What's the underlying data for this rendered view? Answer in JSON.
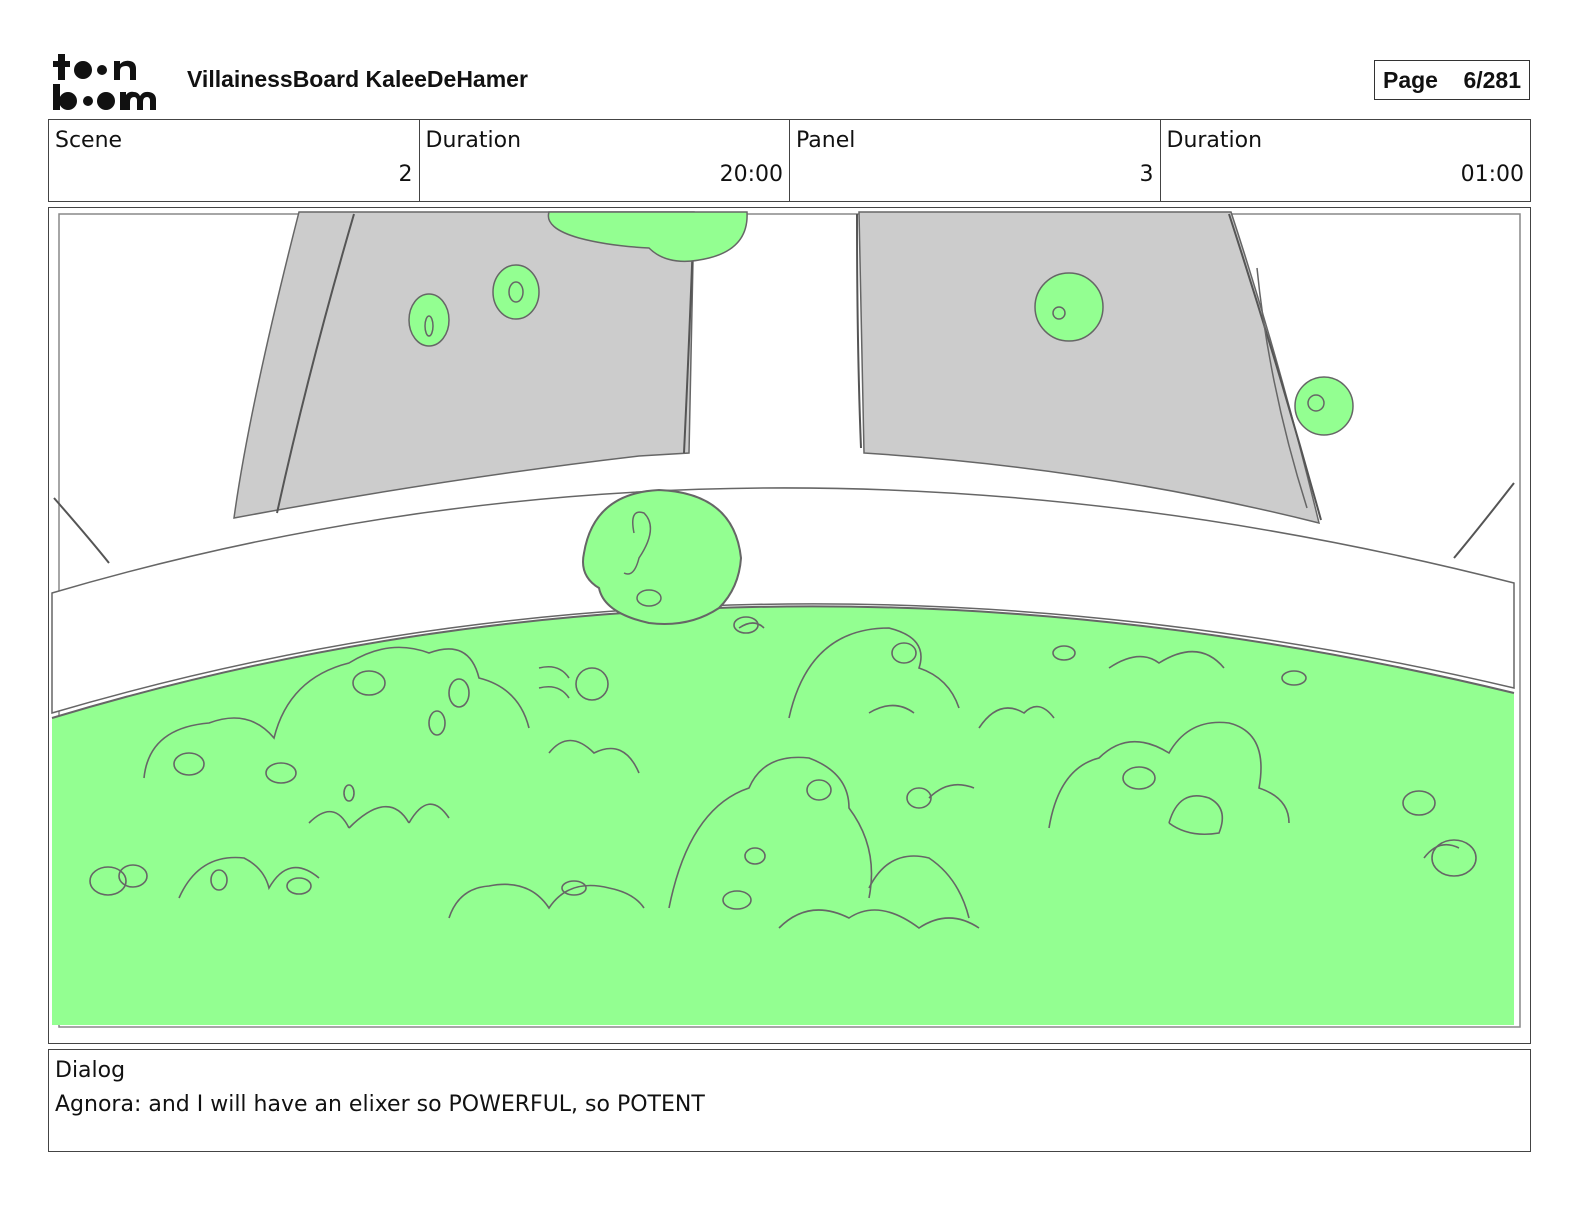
{
  "header": {
    "logo_text": "toon boom",
    "document_title": "VillainessBoard KaleeDeHamer",
    "page_label": "Page",
    "page_value": "6/281"
  },
  "info": {
    "scene_label": "Scene",
    "scene_value": "2",
    "scene_duration_label": "Duration",
    "scene_duration_value": "20:00",
    "panel_label": "Panel",
    "panel_value": "3",
    "panel_duration_label": "Duration",
    "panel_duration_value": "01:00"
  },
  "dialog": {
    "label": "Dialog",
    "text": "Agnora: and I will have an elixer so POWERFUL, so POTENT"
  },
  "colors": {
    "potion_green": "#93ff91",
    "wall_gray": "#cccccc",
    "sketch_line": "#555555"
  }
}
